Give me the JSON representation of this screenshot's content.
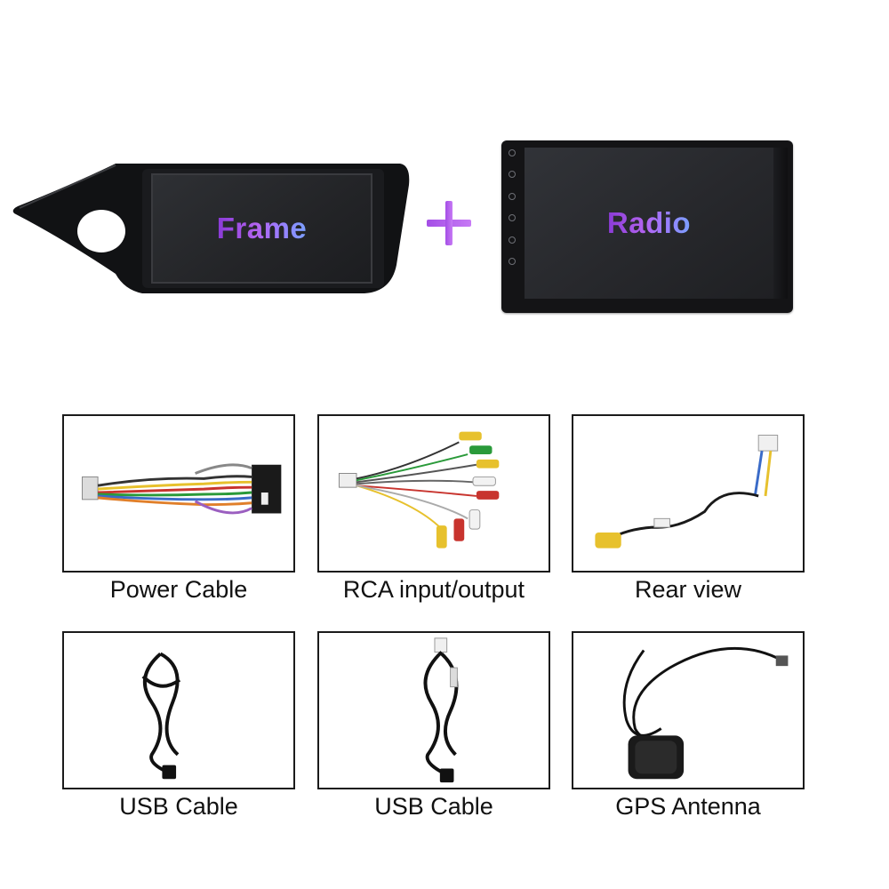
{
  "top": {
    "frame_label": "Frame",
    "radio_label": "Radio",
    "label_gradient": [
      "#8a3ad6",
      "#7aa0ff"
    ],
    "plus_color": "#a44ee6"
  },
  "accessories": [
    {
      "caption": "Power Cable",
      "icon": "power-cable-icon"
    },
    {
      "caption": "RCA input/output",
      "icon": "rca-cable-icon"
    },
    {
      "caption": "Rear view",
      "icon": "rear-view-cable-icon"
    },
    {
      "caption": "USB Cable",
      "icon": "usb-cable-icon"
    },
    {
      "caption": "USB Cable",
      "icon": "usb-cable-icon"
    },
    {
      "caption": "GPS Antenna",
      "icon": "gps-antenna-icon"
    }
  ]
}
